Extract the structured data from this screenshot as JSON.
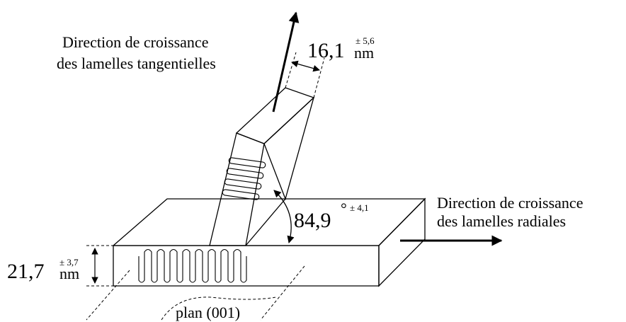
{
  "labels": {
    "tangential_direction_line1": "Direction de croissance",
    "tangential_direction_line2": "des lamelles tangentielles",
    "radial_direction_line1": "Direction de croissance",
    "radial_direction_line2": "des lamelles radiales",
    "plane": "plan (001)"
  },
  "measurements": {
    "tangential_thickness": {
      "value": "16,1",
      "uncertainty": "± 5,6",
      "unit": "nm"
    },
    "angle": {
      "value": "84,9",
      "degree": "°",
      "uncertainty": "± 4,1"
    },
    "radial_thickness": {
      "value": "21,7",
      "uncertainty": "± 3,7",
      "unit": "nm"
    }
  }
}
